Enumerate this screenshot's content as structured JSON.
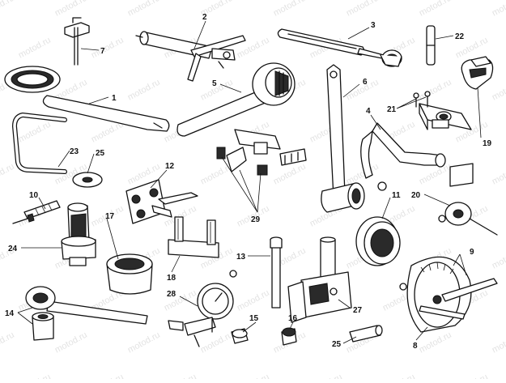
{
  "diagram": {
    "background": "#ffffff",
    "ink": "#111111",
    "watermark": {
      "text": "motod.ru"
    },
    "callouts": {
      "c1": "1",
      "c2": "2",
      "c3": "3",
      "c4": "4",
      "c5": "5",
      "c6": "6",
      "c7": "7",
      "c8": "8",
      "c9": "9",
      "c10": "10",
      "c11": "11",
      "c12": "12",
      "c13": "13",
      "c14": "14",
      "c15": "15",
      "c16": "16",
      "c17": "17",
      "c18": "18",
      "c19": "19",
      "c20": "20",
      "c21": "21",
      "c22": "22",
      "c23": "23",
      "c24": "24",
      "c25a": "25",
      "c25b": "25",
      "c27": "27",
      "c28": "28",
      "c29": "29"
    },
    "icons": [
      "ring-spanner",
      "slide-hammer",
      "puller",
      "crank-bar",
      "wrench",
      "l-handle",
      "pin",
      "degree-disc",
      "bolt-pair",
      "drift",
      "sleeve",
      "flange-holder",
      "long-drift",
      "spanner-with-sockets",
      "nut",
      "nut",
      "cup-socket",
      "gauge-frame",
      "split-collar",
      "plate-with-dial",
      "plates",
      "roller-pin",
      "bent-rod",
      "stepped-socket",
      "washer",
      "bush",
      "press-tool",
      "dial-indicator",
      "pin-set"
    ]
  }
}
